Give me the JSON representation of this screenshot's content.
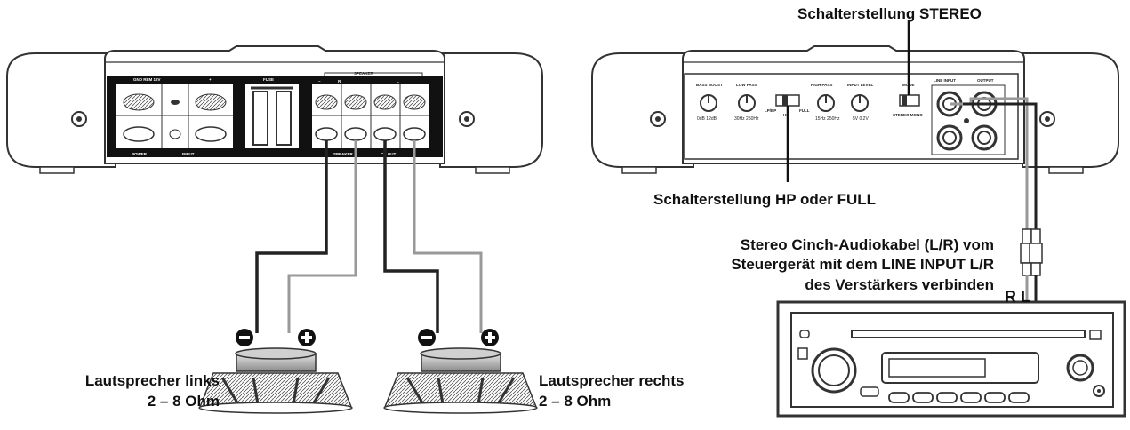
{
  "diagram": {
    "labels": {
      "stereo_switch": "Schalterstellung STEREO",
      "hp_full_switch": "Schalterstellung HP oder FULL",
      "cinch_line1": "Stereo Cinch-Audiokabel (L/R) vom",
      "cinch_line2": "Steuergerät mit dem LINE INPUT L/R",
      "cinch_line3": "des Verstärkers verbinden",
      "rl": "R L",
      "speaker_left_line1": "Lautsprecher links",
      "speaker_left_line2": "2 – 8 Ohm",
      "speaker_right_line1": "Lautsprecher rechts",
      "speaker_right_line2": "2 – 8 Ohm"
    },
    "amp_left_panel": {
      "gnd_rem_12v": "GND REM 12V",
      "plus": "+",
      "power": "POWER",
      "input": "INPUT",
      "fuse": "FUSE",
      "speaker_top": "SPEAKER",
      "speaker_bottom": "SPEAKER",
      "ch_out": "CH OUT",
      "minus": "–",
      "r": "R",
      "l": "L"
    },
    "amp_right_panel": {
      "bass_boost": "BASS BOOST",
      "bass_range": "0dB 12dB",
      "low_pass": "LOW PASS",
      "low_range": "30Hz 250Hz",
      "lp": "LP/BP",
      "hp": "HP",
      "full": "FULL",
      "high_pass": "HIGH PASS",
      "high_range": "15Hz 250Hz",
      "input_level": "INPUT LEVEL",
      "level_range": "5V 0.2V",
      "mode": "MODE",
      "stereo_mono": "STEREO MONO",
      "line_input": "LINE INPUT",
      "output": "OUTPUT"
    },
    "polarity": {
      "minus": "–",
      "plus": "+"
    }
  }
}
